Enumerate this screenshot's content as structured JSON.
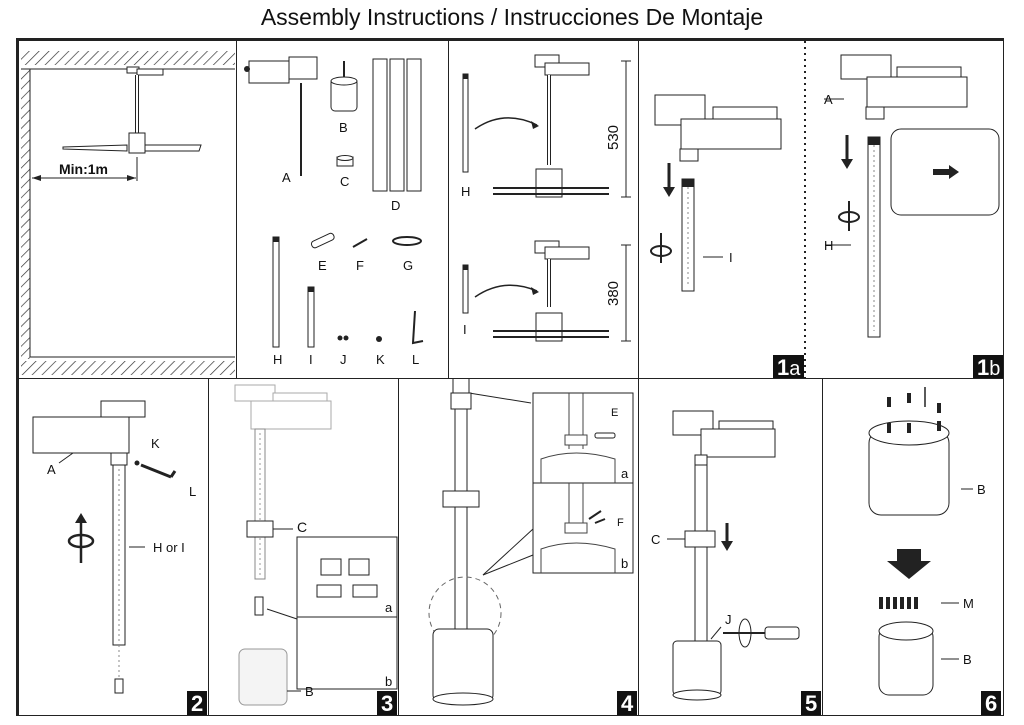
{
  "title": "Assembly Instructions / Instrucciones De Montaje",
  "panels": {
    "clearance": {
      "min_distance": "Min:1m"
    },
    "parts": {
      "labels": [
        "A",
        "B",
        "C",
        "D",
        "E",
        "F",
        "G",
        "H",
        "I",
        "J",
        "K",
        "L"
      ]
    },
    "lengths": {
      "rod_h_label": "H",
      "rod_i_label": "I",
      "height_h": "530",
      "height_i": "380"
    },
    "step1a": {
      "rod_label": "I",
      "badge_num": "1",
      "badge_letter": "a"
    },
    "step1b": {
      "track_label": "A",
      "rod_label": "H",
      "badge_num": "1",
      "badge_letter": "b"
    },
    "step2": {
      "track_label": "A",
      "screw_label": "K",
      "key_label": "L",
      "rod_label": "H or I",
      "badge": "2"
    },
    "step3": {
      "collar_label": "C",
      "body_label": "B",
      "inset_a": "a",
      "inset_b": "b",
      "badge": "3"
    },
    "step4": {
      "pin_label": "E",
      "clip_label": "F",
      "inset_a": "a",
      "inset_b": "b",
      "badge": "4"
    },
    "step5": {
      "collar_label": "C",
      "screw_label": "J",
      "badge": "5"
    },
    "step6": {
      "body_top_label": "B",
      "screws_label": "M",
      "body_bottom_label": "B",
      "badge": "6"
    }
  }
}
